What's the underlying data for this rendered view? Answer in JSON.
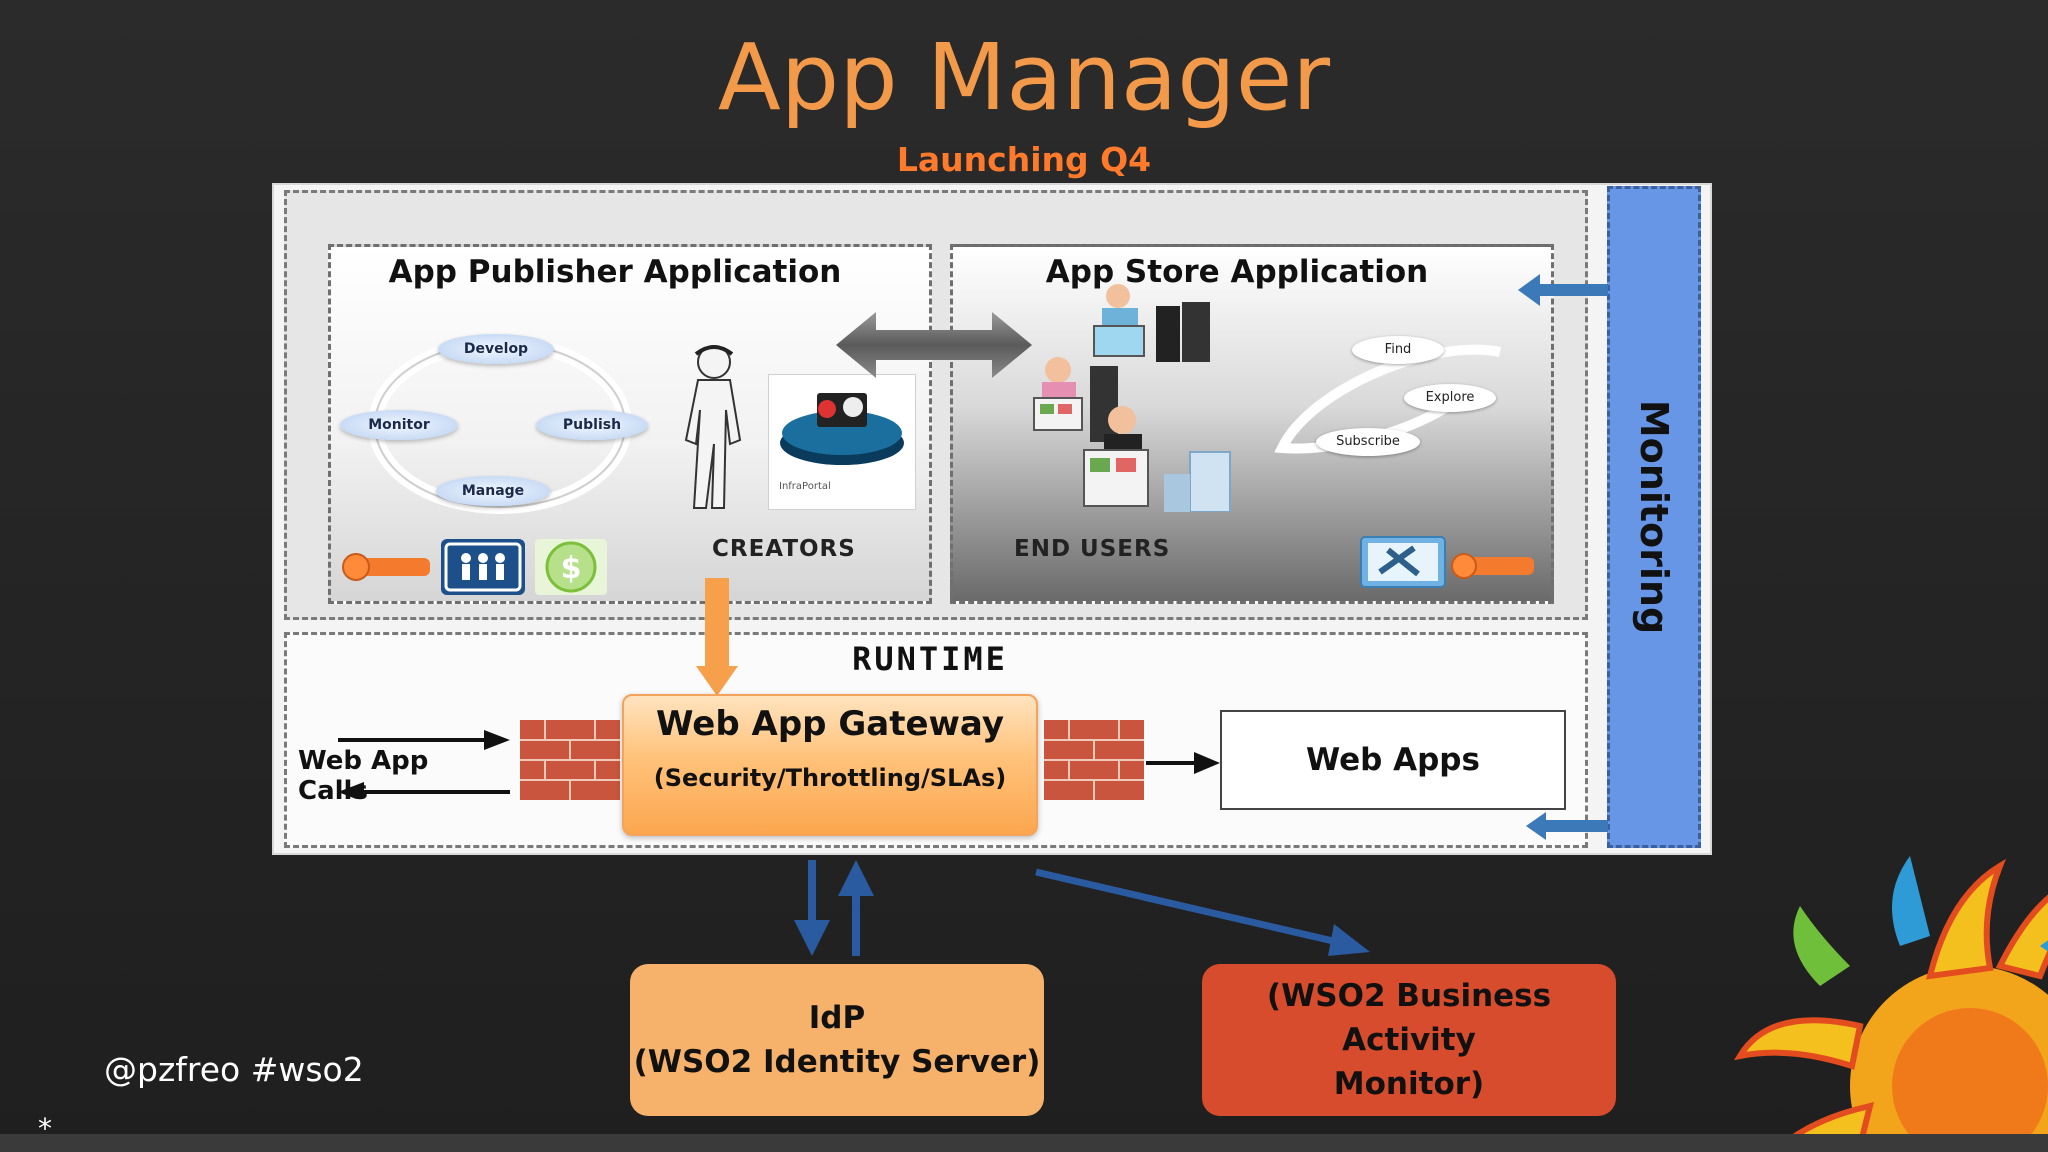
{
  "slide": {
    "title": "App Manager",
    "subtitle": "Launching Q4",
    "footer_handle": "@pzfreo #wso2",
    "footer_mark": "*"
  },
  "diagram": {
    "publisher": {
      "heading": "App Publisher Application",
      "cycle": [
        "Develop",
        "Publish",
        "Manage",
        "Monitor"
      ],
      "role": "CREATORS",
      "portal_caption": "InfraPortal"
    },
    "store": {
      "heading": "App Store Application",
      "cycle": [
        "Find",
        "Explore",
        "Subscribe"
      ],
      "role": "END USERS"
    },
    "monitoring": "Monitoring",
    "runtime": {
      "label": "RUNTIME",
      "calls": "Web App Calls",
      "gateway_title": "Web App Gateway",
      "gateway_sub": "(Security/Throttling/SLAs)",
      "web_apps": "Web Apps"
    },
    "idp": {
      "line1": "IdP",
      "line2": "(WSO2 Identity Server)"
    },
    "bam": {
      "line1": "(WSO2 Business Activity",
      "line2": "Monitor)"
    }
  },
  "colors": {
    "title": "#f39a4a",
    "subtitle": "#ff7a2a",
    "monitoring_bar": "#6796e6",
    "idp_box": "#f6b26b",
    "bam_box": "#d64c2c",
    "arrow_blue": "#2a5aa0"
  }
}
